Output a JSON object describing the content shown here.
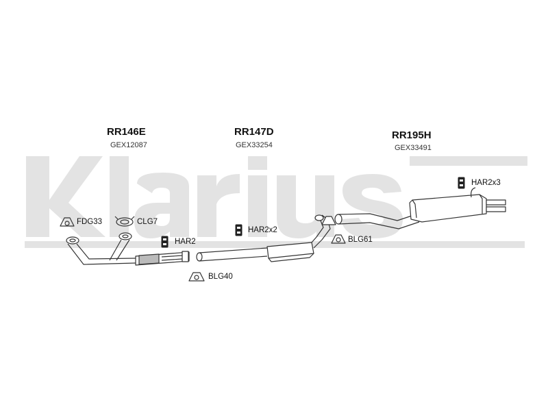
{
  "watermark": {
    "brand": "klarius",
    "color": "#e3e3e3"
  },
  "sections": [
    {
      "code": "RR146E",
      "ref": "GEX12087"
    },
    {
      "code": "RR147D",
      "ref": "GEX33254"
    },
    {
      "code": "RR195H",
      "ref": "GEX33491"
    }
  ],
  "parts": [
    {
      "label": "FDG33",
      "icon": "gasket-icon"
    },
    {
      "label": "CLG7",
      "icon": "clamp-icon"
    },
    {
      "label": "HAR2",
      "icon": "rubber-hanger-icon"
    },
    {
      "label": "BLG40",
      "icon": "bolt-gasket-icon"
    },
    {
      "label": "HAR2x2",
      "icon": "rubber-hanger-icon"
    },
    {
      "label": "BLG61",
      "icon": "bolt-gasket-icon"
    },
    {
      "label": "HAR2x3",
      "icon": "rubber-hanger-icon"
    }
  ],
  "colors": {
    "line": "#333333",
    "text": "#111111"
  }
}
